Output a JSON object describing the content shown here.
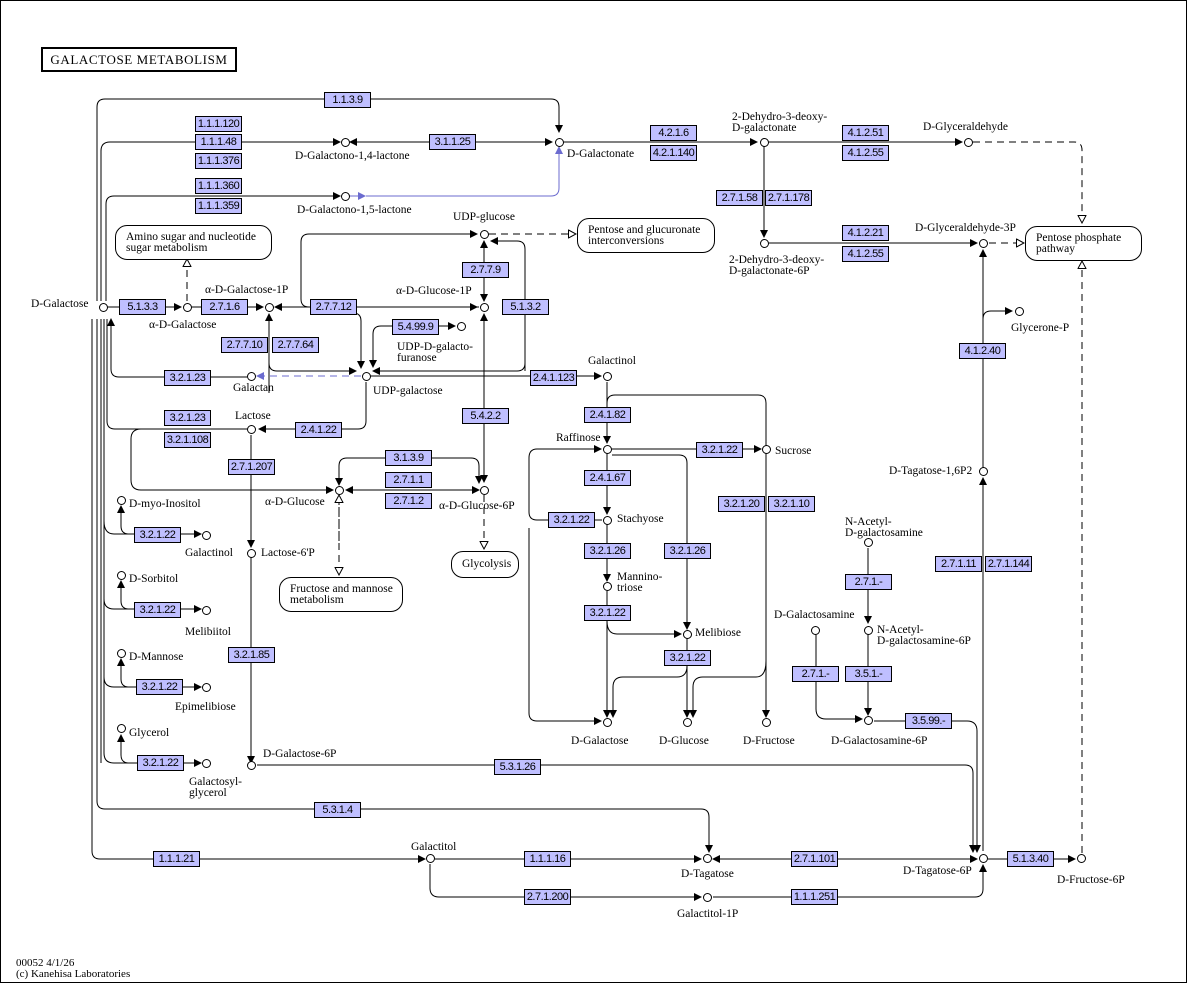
{
  "title": "GALACTOSE  METABOLISM",
  "footer": {
    "map_id_date": "00052 4/1/26",
    "copyright": "(c) Kanehisa Laboratories"
  },
  "colors": {
    "enzyme_fill": "#bfbfff",
    "highlight_edge": "#6b6bcf",
    "line": "#000000"
  },
  "maps": [
    {
      "id": "amino-sugar",
      "label": "Amino sugar and nucleotide\nsugar metabolism"
    },
    {
      "id": "pentose-glucuronate",
      "label": "Pentose and glucuronate\ninterconversions"
    },
    {
      "id": "pentose-phosphate",
      "label": "Pentose phosphate\npathway"
    },
    {
      "id": "fructose-mannose",
      "label": "Fructose and mannose\nmetabolism"
    },
    {
      "id": "glycolysis",
      "label": "Glycolysis"
    }
  ],
  "enzymes": [
    "1.1.3.9",
    "1.1.1.120",
    "1.1.1.48",
    "1.1.1.376",
    "1.1.1.360",
    "1.1.1.359",
    "3.1.1.25",
    "4.2.1.6",
    "4.2.1.140",
    "4.1.2.51",
    "4.1.2.55",
    "2.7.1.58",
    "2.7.1.178",
    "4.1.2.21",
    "4.1.2.55",
    "5.1.3.3",
    "2.7.1.6",
    "2.7.7.12",
    "2.7.7.9",
    "5.1.3.2",
    "5.4.99.9",
    "2.7.7.10",
    "2.7.7.64",
    "3.2.1.23",
    "2.4.1.123",
    "4.1.2.40",
    "3.2.1.23",
    "3.2.1.108",
    "2.4.1.22",
    "5.4.2.2",
    "2.4.1.82",
    "3.2.1.22",
    "2.7.1.207",
    "3.1.3.9",
    "2.7.1.1",
    "2.7.1.2",
    "2.4.1.67",
    "3.2.1.20",
    "3.2.1.10",
    "3.2.1.22",
    "3.2.1.22",
    "3.2.1.26",
    "3.2.1.26",
    "2.7.1.11",
    "2.7.1.144",
    "2.7.1.-",
    "3.2.1.22",
    "3.2.1.22",
    "3.2.1.85",
    "3.2.1.22",
    "3.2.1.22",
    "2.7.1.-",
    "3.5.1.-",
    "3.5.99.-",
    "3.2.1.22",
    "5.3.1.26",
    "5.3.1.4",
    "1.1.1.21",
    "1.1.1.16",
    "2.7.1.101",
    "5.1.3.40",
    "2.7.1.200",
    "1.1.1.251"
  ],
  "compounds": [
    "D-Galactono-1,4-lactone",
    "D-Galactonate",
    "2-Dehydro-3-deoxy-\nD-galactonate",
    "D-Glyceraldehyde",
    "D-Galactono-1,5-lactone",
    "UDP-glucose",
    "D-Glyceraldehyde-3P",
    "2-Dehydro-3-deoxy-\nD-galactonate-6P",
    "D-Galactose",
    "α-D-Galactose",
    "α-D-Galactose-1P",
    "α-D-Glucose-1P",
    "UDP-D-galacto-\nfuranose",
    "Glycerone-P",
    "Galactan",
    "UDP-galactose",
    "Galactinol",
    "Lactose",
    "Raffinose",
    "Sucrose",
    "α-D-Glucose",
    "α-D-Glucose-6P",
    "D-myo-Inositol",
    "Stachyose",
    "D-Tagatose-1,6P2",
    "Galactinol",
    "Lactose-6'P",
    "N-Acetyl-\nD-galactosamine",
    "D-Sorbitol",
    "Mannino-\ntriose",
    "Melibiitol",
    "D-Galactosamine",
    "N-Acetyl-\nD-galactosamine-6P",
    "Melibiose",
    "D-Mannose",
    "Epimelibiose",
    "D-Galactose",
    "D-Glucose",
    "D-Fructose",
    "D-Galactosamine-6P",
    "Glycerol",
    "Galactosyl-\nglycerol",
    "D-Galactose-6P",
    "Galactitol",
    "D-Tagatose",
    "D-Tagatose-6P",
    "D-Fructose-6P",
    "Galactitol-1P"
  ]
}
